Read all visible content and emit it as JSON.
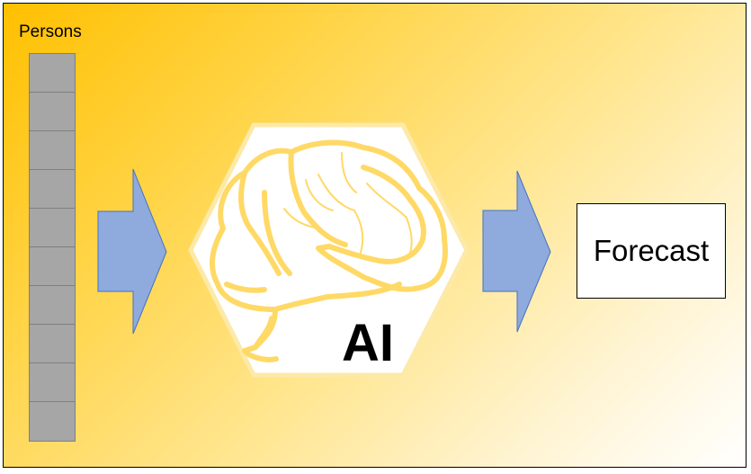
{
  "persons": {
    "label": "Persons",
    "row_count": 10
  },
  "model": {
    "label": "AI",
    "icon": "brain-icon"
  },
  "output": {
    "label": "Forecast"
  },
  "colors": {
    "gradient_start": "#ffc000",
    "gradient_end": "#ffffff",
    "arrow_fill": "#8faadc",
    "arrow_stroke": "#4472c4",
    "brain_stroke": "#ffd966",
    "stack_fill": "#a6a6a6"
  }
}
